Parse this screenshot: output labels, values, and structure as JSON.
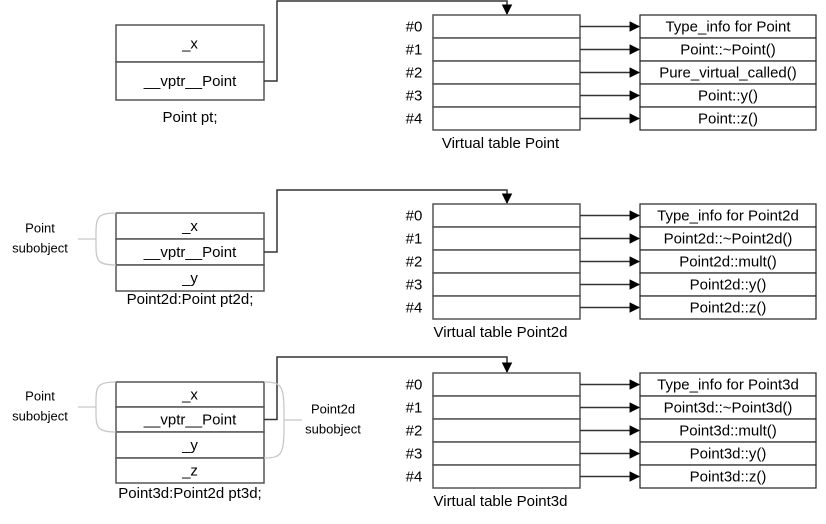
{
  "sections": [
    {
      "object": {
        "fields": [
          "_x",
          "__vptr__Point"
        ],
        "caption": "Point pt;"
      },
      "subobjects": [],
      "vtable": {
        "title": "Virtual table Point",
        "slots": [
          "#0",
          "#1",
          "#2",
          "#3",
          "#4"
        ],
        "targets": [
          "Type_info for Point",
          "Point::~Point()",
          "Pure_virtual_called()",
          "Point::y()",
          "Point::z()"
        ]
      }
    },
    {
      "object": {
        "fields": [
          "_x",
          "__vptr__Point",
          "_y"
        ],
        "caption": "Point2d:Point pt2d;"
      },
      "subobjects": [
        {
          "label_line1": "Point",
          "label_line2": "subobject",
          "side": "left"
        }
      ],
      "vtable": {
        "title": "Virtual table Point2d",
        "slots": [
          "#0",
          "#1",
          "#2",
          "#3",
          "#4"
        ],
        "targets": [
          "Type_info for Point2d",
          "Point2d::~Point2d()",
          "Point2d::mult()",
          "Point2d::y()",
          "Point2d::z()"
        ]
      }
    },
    {
      "object": {
        "fields": [
          "_x",
          "__vptr__Point",
          "_y",
          "_z"
        ],
        "caption": "Point3d:Point2d pt3d;"
      },
      "subobjects": [
        {
          "label_line1": "Point",
          "label_line2": "subobject",
          "side": "left"
        },
        {
          "label_line1": "Point2d",
          "label_line2": "subobject",
          "side": "right"
        }
      ],
      "vtable": {
        "title": "Virtual table Point3d",
        "slots": [
          "#0",
          "#1",
          "#2",
          "#3",
          "#4"
        ],
        "targets": [
          "Type_info for Point3d",
          "Point3d::~Point3d()",
          "Point3d::mult()",
          "Point3d::y()",
          "Point3d::z()"
        ]
      }
    }
  ]
}
